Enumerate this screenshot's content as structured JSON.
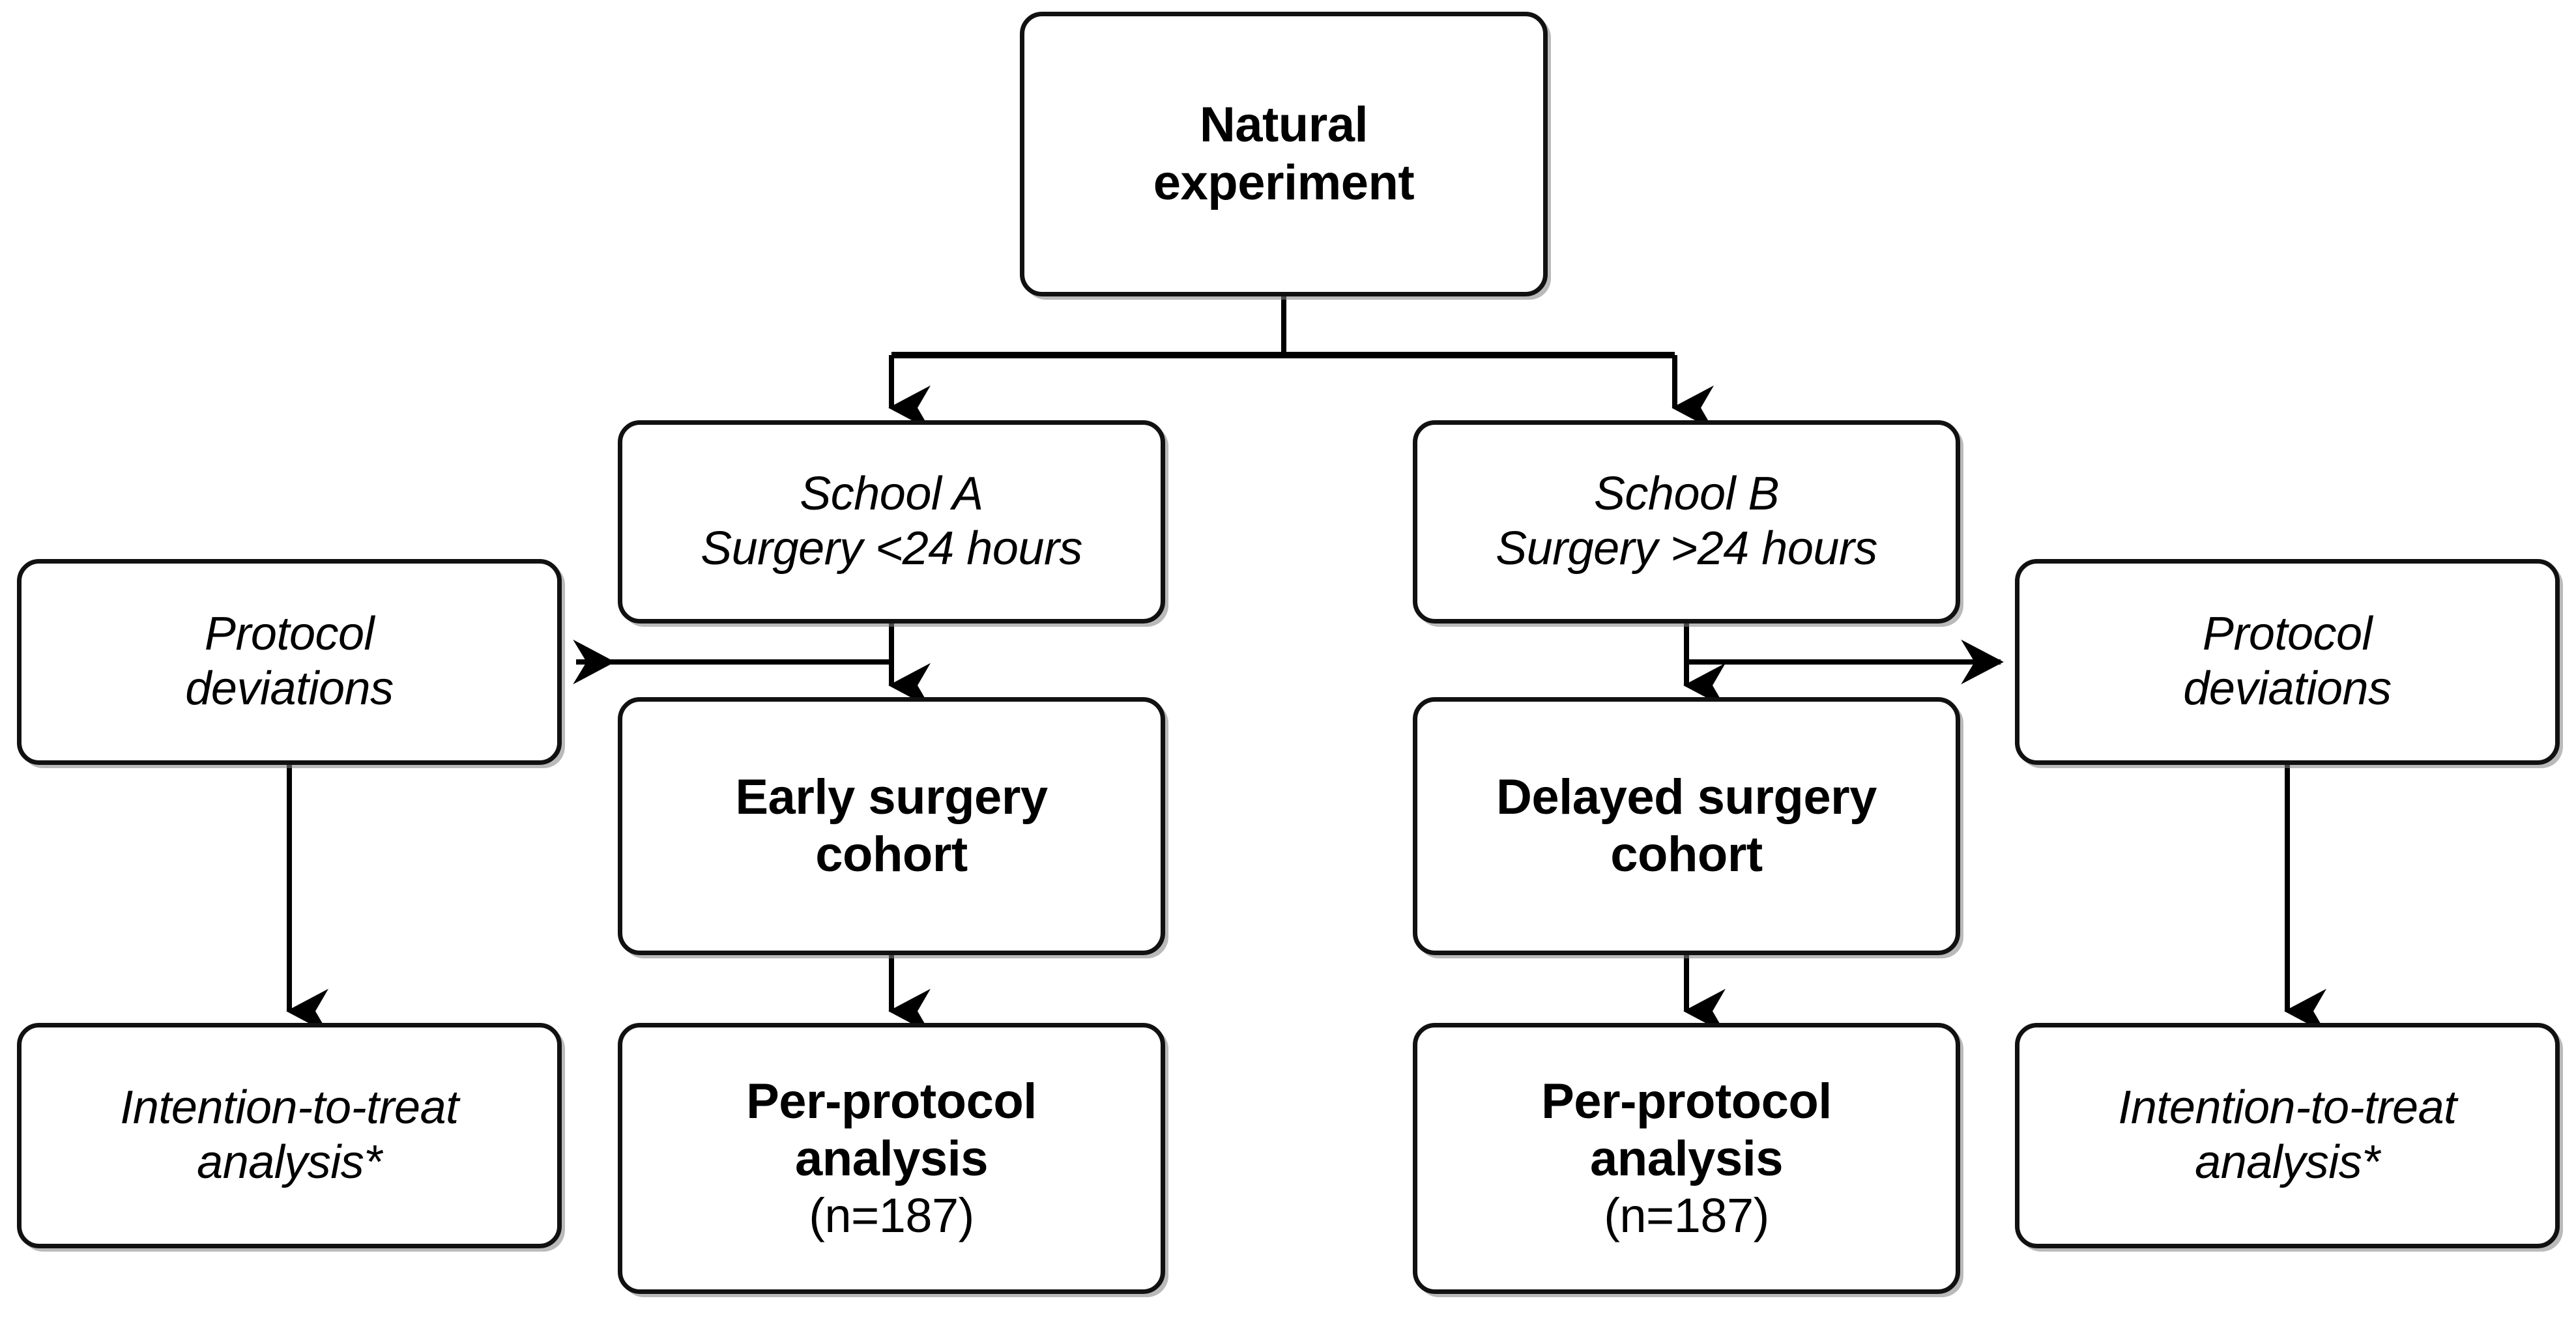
{
  "diagram": {
    "title": "Natural experiment study design flow diagram",
    "style": {
      "box_border_color": "#111111",
      "box_fill_color": "#ffffff",
      "connector_color": "#000000",
      "shadow_color": "#828282"
    },
    "nodes": {
      "natural_experiment": {
        "line1": "Natural",
        "line2": "experiment"
      },
      "school_a": {
        "line1": "School A",
        "line2": "Surgery <24 hours"
      },
      "school_b": {
        "line1": "School B",
        "line2": "Surgery >24 hours"
      },
      "protocol_deviations_left": {
        "line1": "Protocol",
        "line2": "deviations"
      },
      "protocol_deviations_right": {
        "line1": "Protocol",
        "line2": "deviations"
      },
      "early_cohort": {
        "line1": "Early surgery",
        "line2": "cohort"
      },
      "delayed_cohort": {
        "line1": "Delayed surgery",
        "line2": "cohort"
      },
      "per_protocol_left": {
        "line1": "Per-protocol",
        "line2": "analysis",
        "line3": "(n=187)"
      },
      "per_protocol_right": {
        "line1": "Per-protocol",
        "line2": "analysis",
        "line3": "(n=187)"
      },
      "itt_left": {
        "line1": "Intention-to-treat",
        "line2": "analysis*"
      },
      "itt_right": {
        "line1": "Intention-to-treat",
        "line2": "analysis*"
      }
    },
    "connectors": [
      {
        "name": "natural-to-school-a",
        "from": "natural_experiment",
        "to": "school_a",
        "arrow": "down"
      },
      {
        "name": "natural-to-school-b",
        "from": "natural_experiment",
        "to": "school_b",
        "arrow": "down"
      },
      {
        "name": "school-a-to-early-cohort",
        "from": "school_a",
        "to": "early_cohort",
        "arrow": "down"
      },
      {
        "name": "school-a-to-protocol-deviations-left",
        "from": "school_a",
        "to": "protocol_deviations_left",
        "arrow": "left"
      },
      {
        "name": "school-b-to-delayed-cohort",
        "from": "school_b",
        "to": "delayed_cohort",
        "arrow": "down"
      },
      {
        "name": "school-b-to-protocol-deviations-right",
        "from": "school_b",
        "to": "protocol_deviations_right",
        "arrow": "right"
      },
      {
        "name": "early-cohort-to-per-protocol-left",
        "from": "early_cohort",
        "to": "per_protocol_left",
        "arrow": "down"
      },
      {
        "name": "delayed-cohort-to-per-protocol-right",
        "from": "delayed_cohort",
        "to": "per_protocol_right",
        "arrow": "down"
      },
      {
        "name": "protocol-deviations-left-to-itt-left",
        "from": "protocol_deviations_left",
        "to": "itt_left",
        "arrow": "down"
      },
      {
        "name": "protocol-deviations-right-to-itt-right",
        "from": "protocol_deviations_right",
        "to": "itt_right",
        "arrow": "down"
      }
    ]
  }
}
